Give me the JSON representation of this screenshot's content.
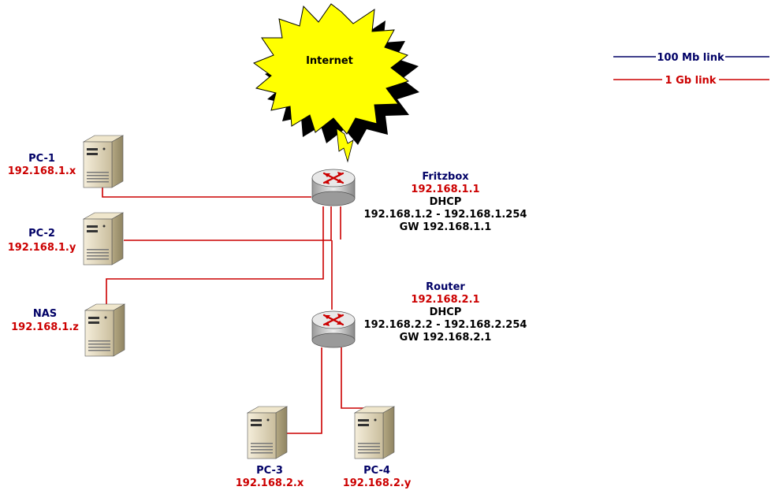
{
  "cloud": {
    "label": "Internet"
  },
  "legend": [
    {
      "label": "100 Mb link",
      "color": "#000066"
    },
    {
      "label": "1 Gb link",
      "color": "#cc0000"
    }
  ],
  "fritzbox": {
    "name": "Fritzbox",
    "ip": "192.168.1.1",
    "dhcp_label": "DHCP",
    "range": "192.168.1.2 - 192.168.1.254",
    "gw": "GW 192.168.1.1"
  },
  "router": {
    "name": "Router",
    "ip": "192.168.2.1",
    "dhcp_label": "DHCP",
    "range": "192.168.2.2 - 192.168.2.254",
    "gw": "GW 192.168.2.1"
  },
  "hosts": [
    {
      "name": "PC-1",
      "ip": "192.168.1.x"
    },
    {
      "name": "PC-2",
      "ip": "192.168.1.y"
    },
    {
      "name": "NAS",
      "ip": "192.168.1.z"
    },
    {
      "name": "PC-3",
      "ip": "192.168.2.x"
    },
    {
      "name": "PC-4",
      "ip": "192.168.2.y"
    }
  ],
  "colors": {
    "gb_link": "#cc0000",
    "mb_link": "#000066",
    "cloud_fill": "#ffff00",
    "lightning": "#ffff00"
  }
}
